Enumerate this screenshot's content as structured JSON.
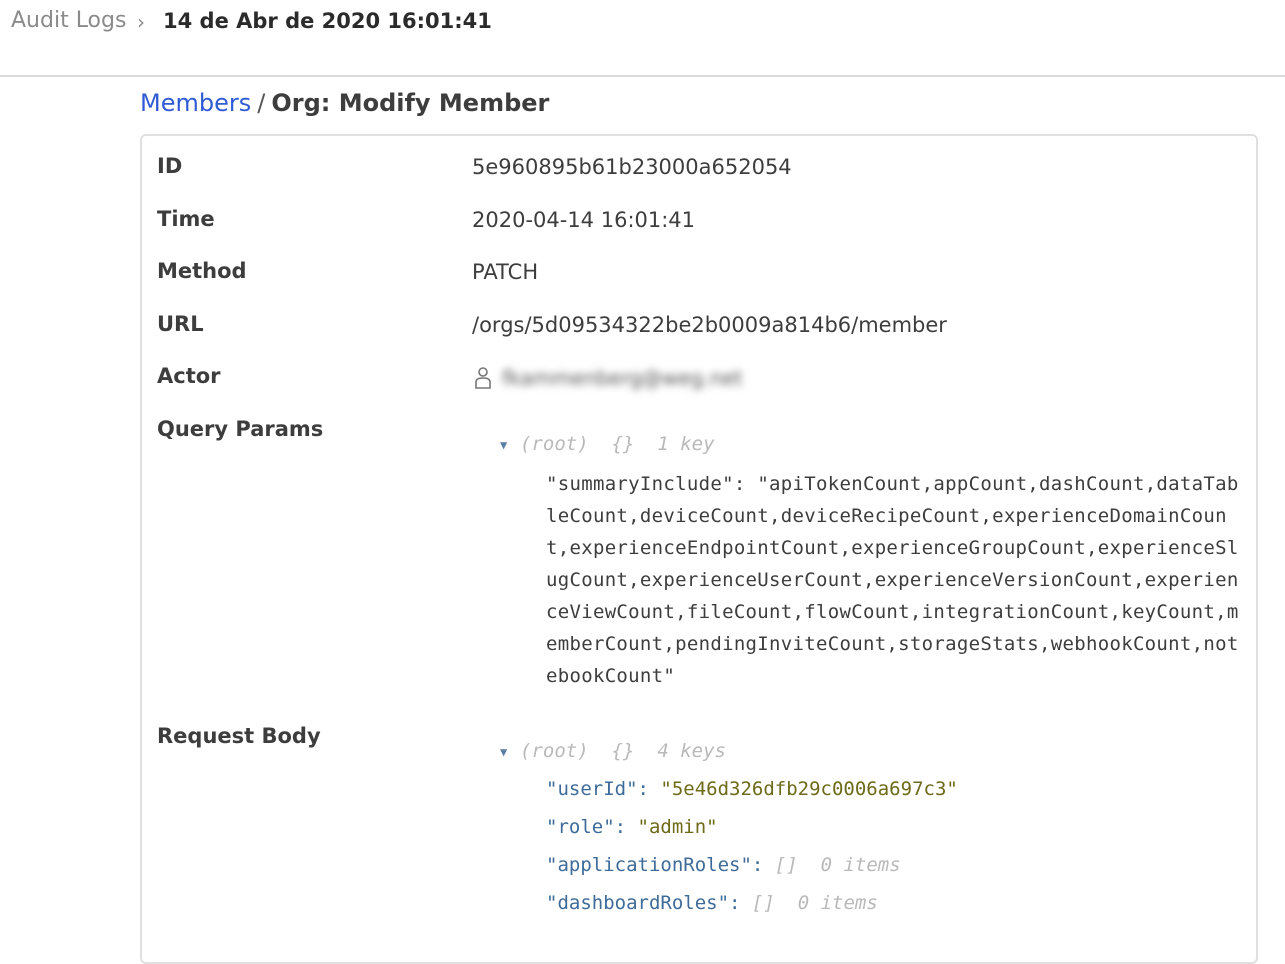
{
  "breadcrumb": {
    "root": "Audit Logs",
    "separator": "›",
    "current": "14 de Abr de 2020 16:01:41"
  },
  "header": {
    "link": "Members",
    "separator": "/",
    "title": "Org: Modify Member"
  },
  "details": {
    "id_label": "ID",
    "id_value": "5e960895b61b23000a652054",
    "time_label": "Time",
    "time_value": "2020-04-14 16:01:41",
    "method_label": "Method",
    "method_value": "PATCH",
    "url_label": "URL",
    "url_value": "/orgs/5d09534322be2b0009a814b6/member",
    "actor_label": "Actor",
    "actor_icon": "user-icon",
    "actor_value": "fkammenberg@weg.net",
    "query_label": "Query Params",
    "body_label": "Request Body"
  },
  "query_params": {
    "root": "(root)",
    "braces": "{}",
    "count": "1 key",
    "key": "\"summaryInclude\"",
    "colon": ": ",
    "value": "\"apiTokenCount,appCount,dashCount,dataTableCount,deviceCount,deviceRecipeCount,experienceDomainCount,experienceEndpointCount,experienceGroupCount,experienceSlugCount,experienceUserCount,experienceVersionCount,experienceViewCount,fileCount,flowCount,integrationCount,keyCount,memberCount,pendingInviteCount,storageStats,webhookCount,notebookCount\""
  },
  "request_body": {
    "root": "(root)",
    "braces": "{}",
    "count": "4 keys",
    "entries": [
      {
        "key": "\"userId\"",
        "colon": ": ",
        "value": "\"5e46d326dfb29c0006a697c3\""
      },
      {
        "key": "\"role\"",
        "colon": ": ",
        "value": "\"admin\""
      },
      {
        "key": "\"applicationRoles\"",
        "colon": ": ",
        "value": "[]",
        "meta": "0 items"
      },
      {
        "key": "\"dashboardRoles\"",
        "colon": ": ",
        "value": "[]",
        "meta": "0 items"
      }
    ]
  }
}
